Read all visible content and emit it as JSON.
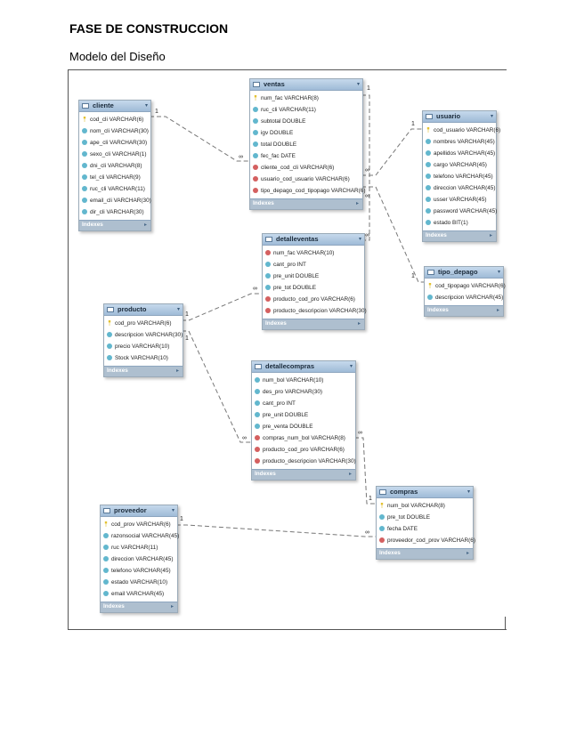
{
  "page": {
    "heading": "FASE DE CONSTRUCCION",
    "subheading": "Modelo del Diseño"
  },
  "footer_label": "Indexes",
  "tables": {
    "cliente": {
      "name": "cliente",
      "columns": [
        {
          "text": "cod_cli VARCHAR(6)",
          "key": "pk"
        },
        {
          "text": "nom_cli VARCHAR(30)",
          "key": "col"
        },
        {
          "text": "ape_cli VARCHAR(30)",
          "key": "col"
        },
        {
          "text": "sexo_cli VARCHAR(1)",
          "key": "col"
        },
        {
          "text": "dni_cli VARCHAR(8)",
          "key": "col"
        },
        {
          "text": "tel_cli VARCHAR(9)",
          "key": "col"
        },
        {
          "text": "ruc_cli VARCHAR(11)",
          "key": "col"
        },
        {
          "text": "email_cli VARCHAR(30)",
          "key": "col"
        },
        {
          "text": "dir_cli VARCHAR(30)",
          "key": "col"
        }
      ]
    },
    "ventas": {
      "name": "ventas",
      "columns": [
        {
          "text": "num_fac VARCHAR(8)",
          "key": "pk"
        },
        {
          "text": "ruc_cli VARCHAR(11)",
          "key": "col"
        },
        {
          "text": "subtotal DOUBLE",
          "key": "col"
        },
        {
          "text": "igv DOUBLE",
          "key": "col"
        },
        {
          "text": "total DOUBLE",
          "key": "col"
        },
        {
          "text": "fec_fac DATE",
          "key": "col"
        },
        {
          "text": "cliente_cod_cli VARCHAR(6)",
          "key": "fk"
        },
        {
          "text": "usuario_cod_usuario VARCHAR(6)",
          "key": "fk"
        },
        {
          "text": "tipo_depago_cod_tipopago VARCHAR(6)",
          "key": "fk"
        }
      ]
    },
    "usuario": {
      "name": "usuario",
      "columns": [
        {
          "text": "cod_usuario VARCHAR(6)",
          "key": "pk"
        },
        {
          "text": "nombres VARCHAR(45)",
          "key": "col"
        },
        {
          "text": "apellidos VARCHAR(45)",
          "key": "col"
        },
        {
          "text": "cargo VARCHAR(45)",
          "key": "col"
        },
        {
          "text": "telefono VARCHAR(45)",
          "key": "col"
        },
        {
          "text": "direccion VARCHAR(45)",
          "key": "col"
        },
        {
          "text": "usser VARCHAR(45)",
          "key": "col"
        },
        {
          "text": "password VARCHAR(45)",
          "key": "col"
        },
        {
          "text": "estado BIT(1)",
          "key": "col"
        }
      ]
    },
    "detalleventas": {
      "name": "detalleventas",
      "columns": [
        {
          "text": "num_fac VARCHAR(10)",
          "key": "fk"
        },
        {
          "text": "cant_pro INT",
          "key": "col"
        },
        {
          "text": "pre_unit DOUBLE",
          "key": "col"
        },
        {
          "text": "pre_tot DOUBLE",
          "key": "col"
        },
        {
          "text": "producto_cod_pro VARCHAR(6)",
          "key": "fk"
        },
        {
          "text": "producto_descripcion VARCHAR(30)",
          "key": "fk"
        }
      ]
    },
    "tipo_depago": {
      "name": "tipo_depago",
      "columns": [
        {
          "text": "cod_tipopago VARCHAR(6)",
          "key": "pk"
        },
        {
          "text": "descripcion VARCHAR(45)",
          "key": "col"
        }
      ]
    },
    "producto": {
      "name": "producto",
      "columns": [
        {
          "text": "cod_pro VARCHAR(6)",
          "key": "pk"
        },
        {
          "text": "descripcion VARCHAR(30)",
          "key": "col"
        },
        {
          "text": "precio VARCHAR(10)",
          "key": "col"
        },
        {
          "text": "Stock VARCHAR(10)",
          "key": "col"
        }
      ]
    },
    "detallecompras": {
      "name": "detallecompras",
      "columns": [
        {
          "text": "num_bol VARCHAR(10)",
          "key": "col"
        },
        {
          "text": "des_pro VARCHAR(30)",
          "key": "col"
        },
        {
          "text": "cant_pro INT",
          "key": "col"
        },
        {
          "text": "pre_unit DOUBLE",
          "key": "col"
        },
        {
          "text": "pre_venta DOUBLE",
          "key": "col"
        },
        {
          "text": "compras_num_bol VARCHAR(8)",
          "key": "fk"
        },
        {
          "text": "producto_cod_pro VARCHAR(6)",
          "key": "fk"
        },
        {
          "text": "producto_descripcion VARCHAR(30)",
          "key": "fk"
        }
      ]
    },
    "compras": {
      "name": "compras",
      "columns": [
        {
          "text": "num_bol VARCHAR(8)",
          "key": "pk"
        },
        {
          "text": "pre_tot DOUBLE",
          "key": "col"
        },
        {
          "text": "fecha DATE",
          "key": "col"
        },
        {
          "text": "proveedor_cod_prov VARCHAR(6)",
          "key": "fk"
        }
      ]
    },
    "proveedor": {
      "name": "proveedor",
      "columns": [
        {
          "text": "cod_prov VARCHAR(6)",
          "key": "pk"
        },
        {
          "text": "razonsocial VARCHAR(45)",
          "key": "col"
        },
        {
          "text": "ruc VARCHAR(11)",
          "key": "col"
        },
        {
          "text": "direccion VARCHAR(45)",
          "key": "col"
        },
        {
          "text": "telefono VARCHAR(45)",
          "key": "col"
        },
        {
          "text": "estado VARCHAR(10)",
          "key": "col"
        },
        {
          "text": "email VARCHAR(45)",
          "key": "col"
        }
      ]
    }
  },
  "cardinality": {
    "one": "1",
    "many": "∞"
  }
}
